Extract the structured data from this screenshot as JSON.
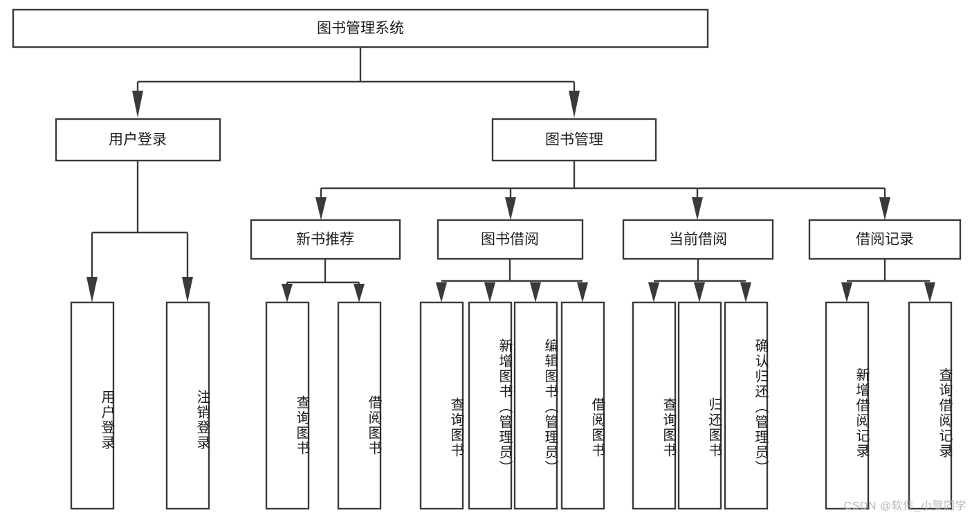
{
  "diagram": {
    "title": "图书管理系统",
    "type": "tree-hierarchy",
    "watermark": "CSDN @软件_小贺同学",
    "colors": {
      "stroke": "#3a3a3a",
      "fill": "#ffffff",
      "text": "#1c1c1c",
      "watermark": "#b8b8b8"
    },
    "root": {
      "label": "图书管理系统"
    },
    "level1": [
      {
        "label": "用户登录"
      },
      {
        "label": "图书管理"
      }
    ],
    "level2": [
      {
        "label": "新书推荐"
      },
      {
        "label": "图书借阅"
      },
      {
        "label": "当前借阅"
      },
      {
        "label": "借阅记录"
      }
    ],
    "leaves": {
      "user_login": [
        {
          "label": "用户登录"
        },
        {
          "label": "注销登录"
        }
      ],
      "new_book_recommend": [
        {
          "label": "查询图书"
        },
        {
          "label": "借阅图书"
        }
      ],
      "book_borrow": [
        {
          "label": "查询图书"
        },
        {
          "label": "新增图书（管理员）"
        },
        {
          "label": "编辑图书（管理员）"
        },
        {
          "label": "借阅图书"
        }
      ],
      "current_borrow": [
        {
          "label": "查询图书"
        },
        {
          "label": "归还图书"
        },
        {
          "label": "确认归还（管理员）"
        }
      ],
      "borrow_record": [
        {
          "label": "新增借阅记录"
        },
        {
          "label": "查询借阅记录"
        }
      ]
    }
  }
}
